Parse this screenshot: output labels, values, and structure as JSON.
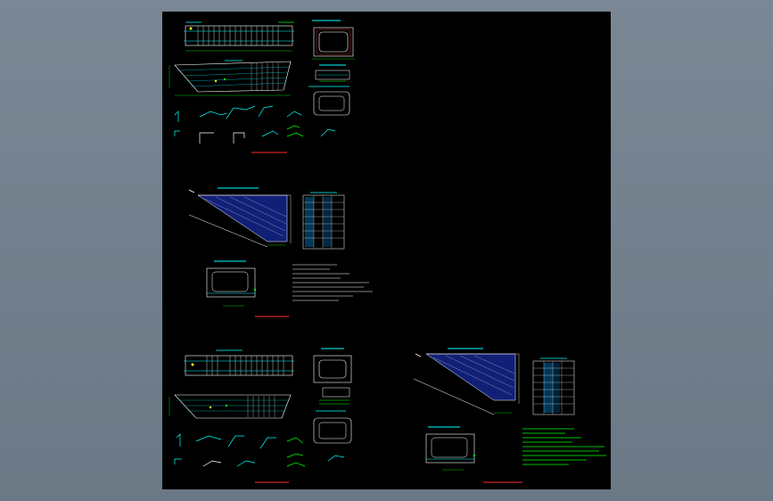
{
  "app": {
    "viewport": "cad-drawing-viewer"
  },
  "colors": {
    "background": "#000000",
    "surround": "#6f7d8b",
    "outline": "#ffffff",
    "rebar": "#00ffff",
    "rebar_alt": "#1e90ff",
    "dimension": "#00ff00",
    "label": "#ff3030",
    "note_text": "#ffffff",
    "note_highlight": "#00ff00",
    "hatch": "#3050ff"
  },
  "sheets": [
    {
      "id": "sheet-1",
      "title_label": ""
    },
    {
      "id": "sheet-2",
      "title_label": ""
    },
    {
      "id": "sheet-3",
      "title_label": ""
    },
    {
      "id": "sheet-4",
      "title_label": ""
    }
  ]
}
